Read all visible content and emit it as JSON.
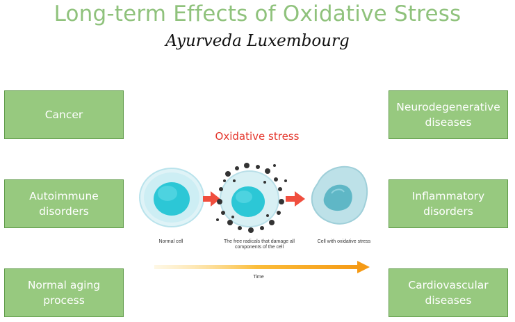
{
  "header": {
    "title": "Long-term Effects of Oxidative Stress",
    "subtitle": "Ayurveda Luxembourg"
  },
  "boxes": {
    "cancer": "Cancer",
    "autoimmune": "Autoimmune disorders",
    "aging": "Normal aging process",
    "neurodegenerative": "Neurodegenerative diseases",
    "inflammatory": "Inflammatory disorders",
    "cardiovascular": "Cardiovascular diseases"
  },
  "illustration": {
    "title": "Oxidative stress",
    "normal_cell": "Normal cell",
    "free_radicals": "The free radicals that damage all components of the cell",
    "stressed_cell": "Cell with oxidative stress",
    "time": "Time"
  },
  "colors": {
    "title": "#8fc27c",
    "box_fill": "#97c97f",
    "box_border": "#5e9a48",
    "accent_red": "#e4352b",
    "cell_cyan": "#2cc7d6",
    "timeline": "#f5a623"
  }
}
